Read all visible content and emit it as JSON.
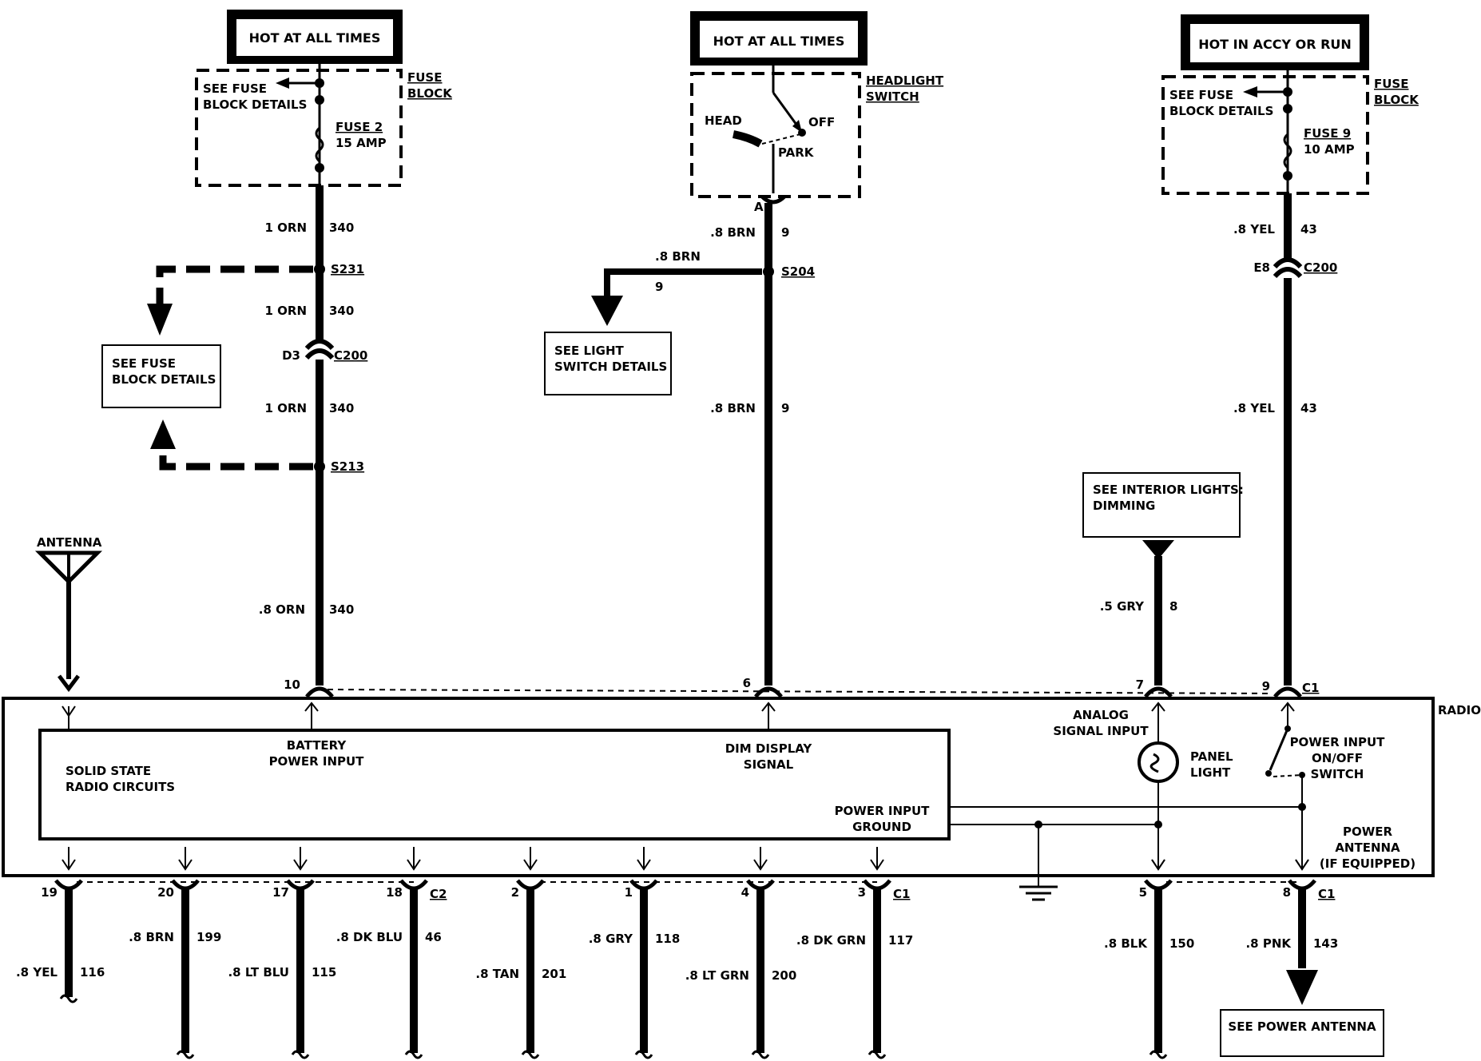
{
  "headers": {
    "hot1": "HOT AT ALL TIMES",
    "hot2": "HOT AT ALL TIMES",
    "hot3": "HOT IN ACCY OR RUN"
  },
  "fuse_block_left": {
    "see1": "SEE FUSE",
    "see2": "BLOCK DETAILS",
    "fuse_name": "FUSE 2",
    "fuse_amp": "15 AMP",
    "tag1": "FUSE",
    "tag2": "BLOCK"
  },
  "fuse_block_right": {
    "see1": "SEE FUSE",
    "see2": "BLOCK DETAILS",
    "fuse_name": "FUSE 9",
    "fuse_amp": "10 AMP",
    "tag1": "FUSE",
    "tag2": "BLOCK"
  },
  "headlight_switch": {
    "tag1": "HEADLIGHT",
    "tag2": "SWITCH",
    "head": "HEAD",
    "off": "OFF",
    "park": "PARK",
    "pin": "A"
  },
  "circuit340": {
    "w1_color": "1 ORN",
    "w1_num": "340",
    "splice1": "S231",
    "w2_color": "1 ORN",
    "w2_num": "340",
    "conn_pin": "D3",
    "conn": "C200",
    "w3_color": "1 ORN",
    "w3_num": "340",
    "splice2": "S213",
    "w4_color": ".8 ORN",
    "w4_num": "340",
    "radio_pin": "10"
  },
  "see_fuse_box": {
    "l1": "SEE FUSE",
    "l2": "BLOCK DETAILS"
  },
  "circuit9": {
    "w1_color": ".8 BRN",
    "w1_num": "9",
    "branch_color": ".8 BRN",
    "branch_num": "9",
    "splice": "S204",
    "w2_color": ".8 BRN",
    "w2_num": "9",
    "radio_pin": "6"
  },
  "see_light_box": {
    "l1": "SEE LIGHT",
    "l2": "SWITCH DETAILS"
  },
  "circuit43": {
    "w1_color": ".8 YEL",
    "w1_num": "43",
    "conn_pin": "E8",
    "conn": "C200",
    "w2_color": ".8 YEL",
    "w2_num": "43",
    "radio_pin": "9",
    "radio_conn": "C1"
  },
  "interior_box": {
    "l1": "SEE INTERIOR LIGHTS:",
    "l2": "DIMMING"
  },
  "circuit8": {
    "color": ".5 GRY",
    "num": "8",
    "radio_pin": "7"
  },
  "antenna": {
    "label": "ANTENNA"
  },
  "radio": {
    "label": "RADIO",
    "solid1": "SOLID STATE",
    "solid2": "RADIO CIRCUITS",
    "batt1": "BATTERY",
    "batt2": "POWER INPUT",
    "dim1": "DIM DISPLAY",
    "dim2": "SIGNAL",
    "gnd1": "POWER INPUT",
    "gnd2": "GROUND",
    "analog1": "ANALOG",
    "analog2": "SIGNAL INPUT",
    "panel1": "PANEL",
    "panel2": "LIGHT",
    "sw1": "POWER INPUT",
    "sw2": "ON/OFF",
    "sw3": "SWITCH",
    "pa1": "POWER",
    "pa2": "ANTENNA",
    "pa3": "(IF EQUIPPED)"
  },
  "bottom_wires": [
    {
      "pin": "19",
      "color": ".8 YEL",
      "num": "116",
      "conn": ""
    },
    {
      "pin": "20",
      "color": ".8 BRN",
      "num": "199",
      "conn": ""
    },
    {
      "pin": "17",
      "color": ".8 LT BLU",
      "num": "115",
      "conn": ""
    },
    {
      "pin": "18",
      "color": ".8 DK BLU",
      "num": "46",
      "conn": "C2"
    },
    {
      "pin": "2",
      "color": ".8 TAN",
      "num": "201",
      "conn": ""
    },
    {
      "pin": "1",
      "color": ".8 GRY",
      "num": "118",
      "conn": ""
    },
    {
      "pin": "4",
      "color": ".8 LT GRN",
      "num": "200",
      "conn": ""
    },
    {
      "pin": "3",
      "color": ".8 DK GRN",
      "num": "117",
      "conn": "C1"
    },
    {
      "pin": "5",
      "color": ".8 BLK",
      "num": "150",
      "conn": ""
    },
    {
      "pin": "8",
      "color": ".8 PNK",
      "num": "143",
      "conn": "C1"
    }
  ],
  "see_power_antenna": "SEE POWER ANTENNA"
}
